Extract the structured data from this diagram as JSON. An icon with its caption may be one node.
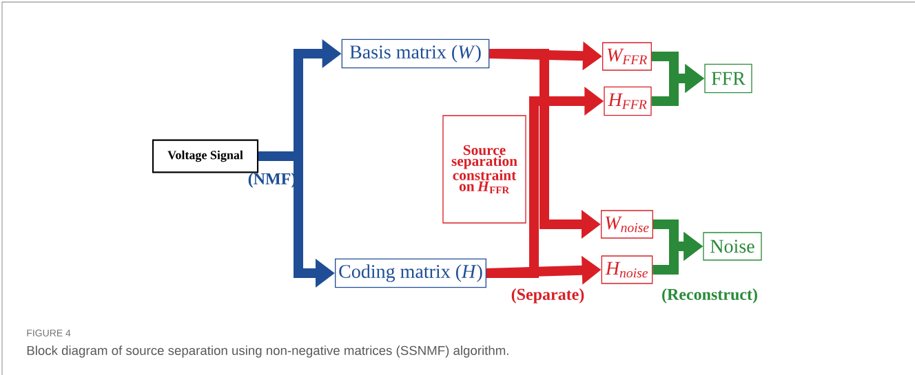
{
  "diagram": {
    "title": "FIGURE 4",
    "caption": "Block diagram of source separation using non-negative matrices (SSNMF) algorithm.",
    "nodes": [
      {
        "text": [
          "Voltage Signal"
        ]
      },
      {
        "text": [
          "Basis matrix (*W*)"
        ]
      },
      {
        "text": [
          "Coding matrix (*H*)"
        ]
      },
      {
        "text": [
          "Source separation constraint on *H*$_{FFR}$"
        ]
      },
      {
        "text": [
          "W$_{FFR}$"
        ]
      },
      {
        "text": [
          "H$_{FFR}$"
        ]
      },
      {
        "text": [
          "W$_{noise}$"
        ]
      },
      {
        "text": [
          "H$_{noise}$"
        ]
      },
      {
        "text": [
          "FFR"
        ]
      },
      {
        "text": [
          "Noise"
        ]
      }
    ],
    "edges": [
      {
        "from": 0,
        "to": 1,
        "arrow": "to",
        "color": "#1f4e96"
      },
      {
        "from": 0,
        "to": 2,
        "arrow": "to",
        "color": "#1f4e96"
      },
      {
        "from": 1,
        "to": 4,
        "arrow": "to"
      },
      {
        "from": 1,
        "to": 6,
        "arrow": "to"
      },
      {
        "from": 2,
        "to": 5,
        "arrow": "to"
      },
      {
        "from": 2,
        "to": 7,
        "arrow": "to"
      },
      {
        "from": 4,
        "to": 8,
        "arrow": "to",
        "color": "#2a8a3a"
      },
      {
        "from": 5,
        "to": 8,
        "arrow": "to",
        "color": "#2a8a3a"
      },
      {
        "from": 6,
        "to": 9,
        "arrow": "to",
        "color": "#2a8a3a"
      },
      {
        "from": 7,
        "to": 9,
        "arrow": "to",
        "color": "#2a8a3a"
      }
    ],
    "labels": [
      "(NMF)",
      "(Separate)",
      "(Reconstruct)"
    ]
  }
}
